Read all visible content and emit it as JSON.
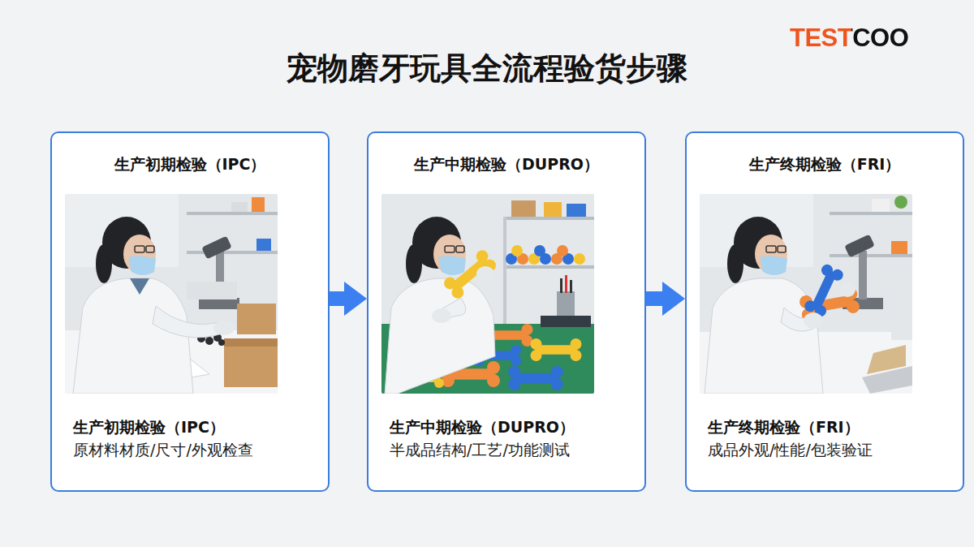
{
  "diagram": {
    "title": "宠物磨牙玩具全流程验货步骤",
    "nodes": [
      {
        "text": [
          "生产初期检验（IPC）",
          "生产初期检验（IPC）",
          "原材料材质/尺寸/外观检查"
        ]
      },
      {
        "text": [
          "生产中期检验（DUPRO）",
          "生产中期检验（DUPRO）",
          "半成品结构/工艺/功能测试"
        ]
      },
      {
        "text": [
          "生产终期检验（FRI）",
          "生产终期检验（FRI）",
          "成品外观/性能/包装验证"
        ]
      }
    ],
    "edges": [
      {
        "from": 0,
        "to": 1,
        "arrow": "to"
      },
      {
        "from": 1,
        "to": 2,
        "arrow": "to"
      }
    ],
    "labels": [
      "TESTCOO"
    ]
  }
}
